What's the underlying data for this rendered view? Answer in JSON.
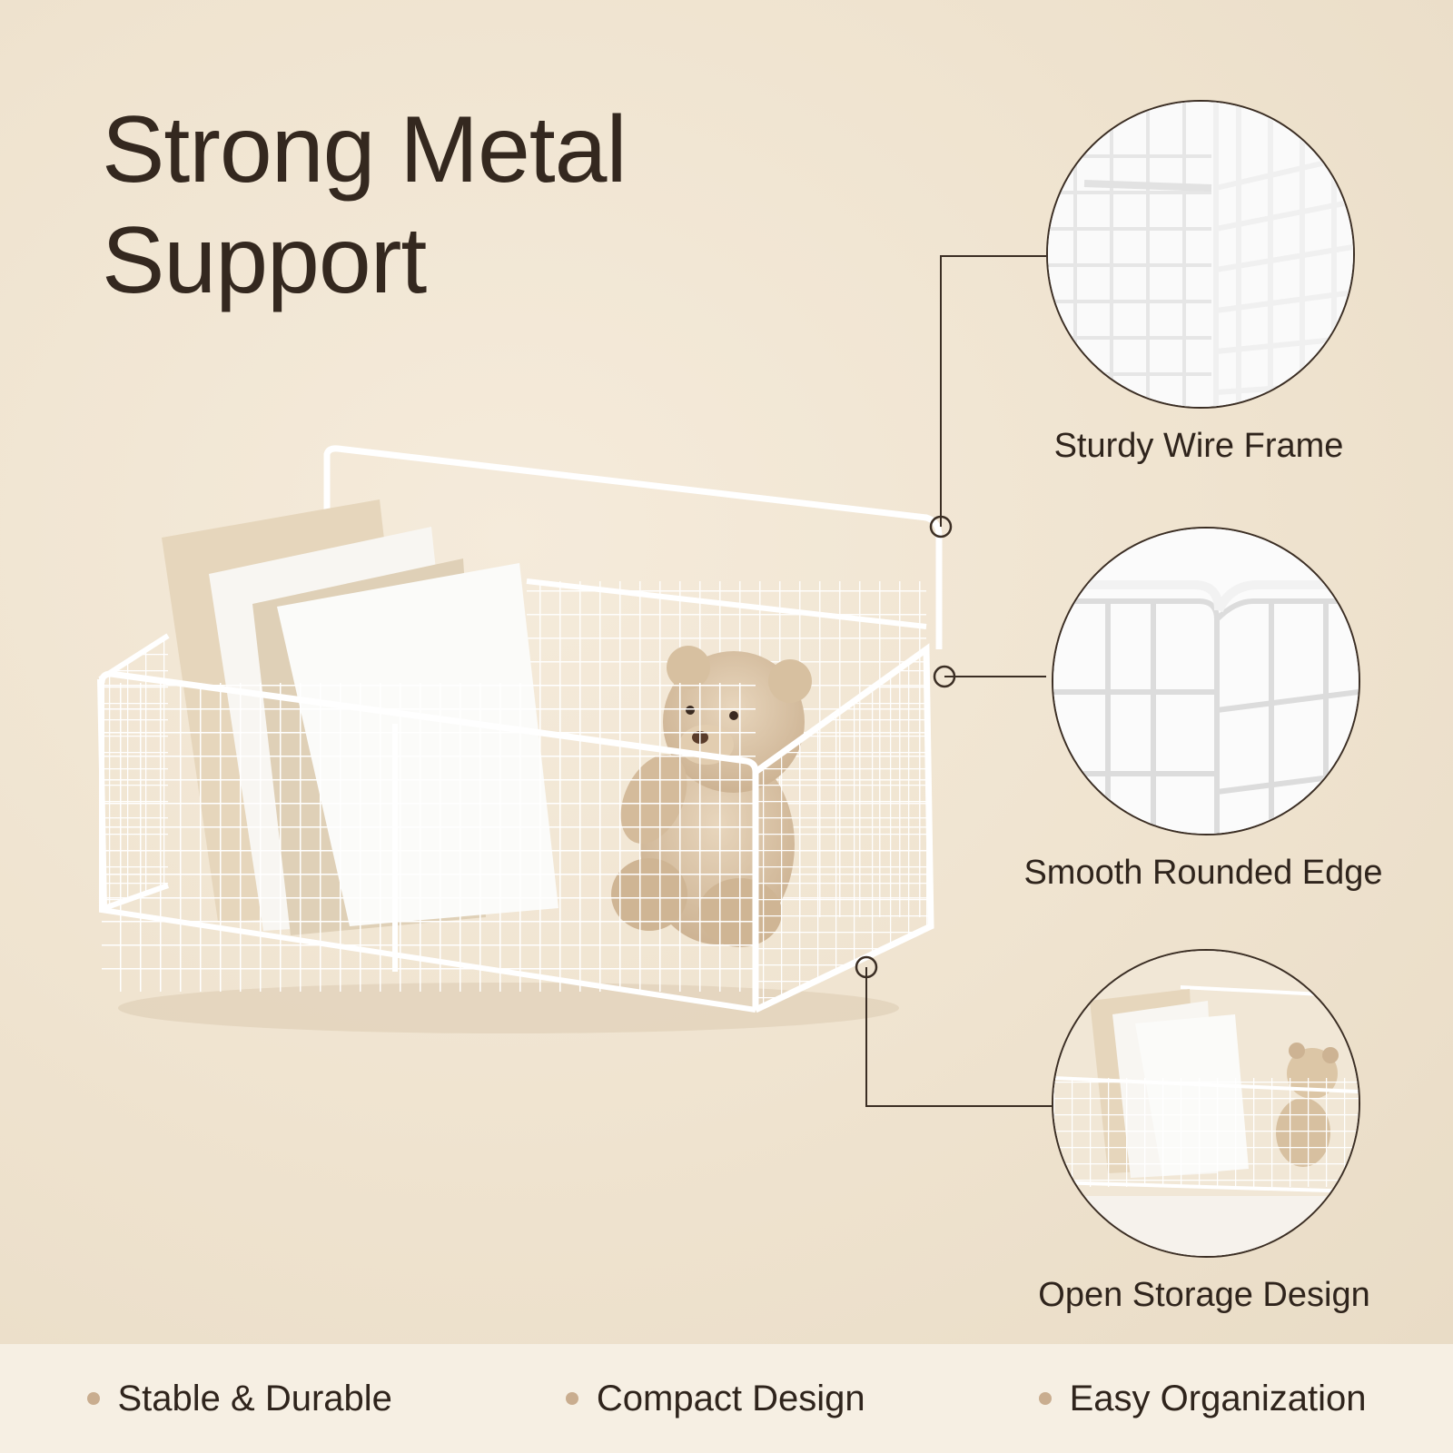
{
  "headline": {
    "line1": "Strong Metal",
    "line2": "Support"
  },
  "features": [
    {
      "label": "Sturdy Wire Frame",
      "icon": "wire-corner-closeup"
    },
    {
      "label": "Smooth Rounded Edge",
      "icon": "rounded-edge-closeup"
    },
    {
      "label": "Open Storage Design",
      "icon": "basket-with-books-closeup"
    }
  ],
  "bottom_bar": {
    "items": [
      "Stable & Durable",
      "Compact Design",
      "Easy Organization"
    ]
  },
  "colors": {
    "background": "#efe4d1",
    "text": "#2f241c",
    "bullet": "#c9ad8f",
    "wire": "#ffffff",
    "line": "#3b2e24"
  }
}
